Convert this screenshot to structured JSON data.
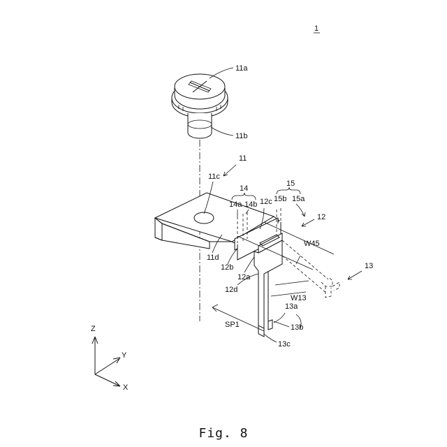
{
  "figure": {
    "ref_number": "1",
    "caption": "Fig. 8",
    "labels": {
      "l11a": "11a",
      "l11b": "11b",
      "l11": "11",
      "l11c": "11c",
      "l11d": "11d",
      "l12": "12",
      "l12a": "12a",
      "l12b": "12b",
      "l12c": "12c",
      "l12d": "12d",
      "l13": "13",
      "l13a": "13a",
      "l13b": "13b",
      "l13c": "13c",
      "l14": "14",
      "l14a": "14a",
      "l14b": "14b",
      "l15": "15",
      "l15a": "15a",
      "l15b": "15b",
      "lW45": "W45",
      "lW13": "W13",
      "lSP1": "SP1"
    },
    "axes": {
      "z": "Z",
      "y": "Y",
      "x": "X"
    }
  }
}
